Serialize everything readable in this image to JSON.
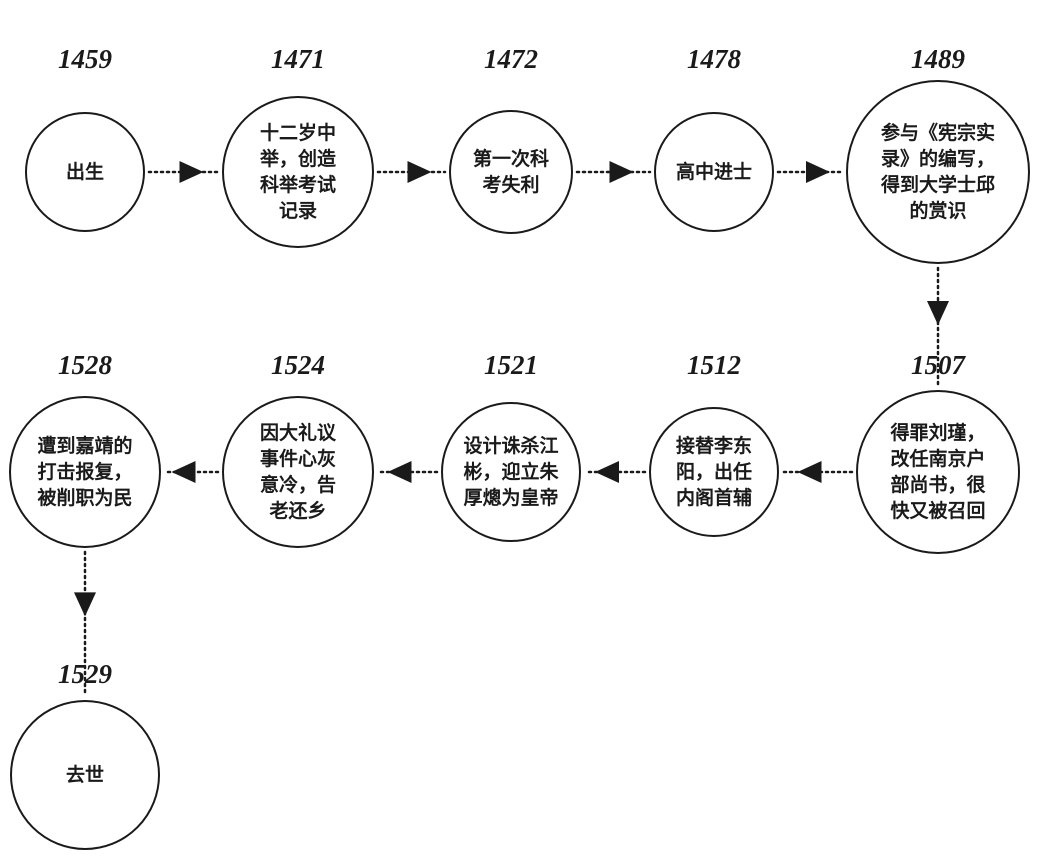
{
  "timeline": {
    "events": [
      {
        "year": "1459",
        "text": "出生"
      },
      {
        "year": "1471",
        "text": "十二岁中\n举，创造\n科举考试\n记录"
      },
      {
        "year": "1472",
        "text": "第一次科\n考失利"
      },
      {
        "year": "1478",
        "text": "高中进士"
      },
      {
        "year": "1489",
        "text": "参与《宪宗实\n录》的编写，\n得到大学士邱\n的赏识"
      },
      {
        "year": "1507",
        "text": "得罪刘瑾，\n改任南京户\n部尚书，很\n快又被召回"
      },
      {
        "year": "1512",
        "text": "接替李东\n阳，出任\n内阁首辅"
      },
      {
        "year": "1521",
        "text": "设计诛杀江\n彬，迎立朱\n厚熜为皇帝"
      },
      {
        "year": "1524",
        "text": "因大礼议\n事件心灰\n意冷，告\n老还乡"
      },
      {
        "year": "1528",
        "text": "遭到嘉靖的\n打击报复，\n被削职为民"
      },
      {
        "year": "1529",
        "text": "去世"
      }
    ],
    "colors": {
      "ink": "#1a1a1a",
      "background": "#ffffff"
    }
  }
}
